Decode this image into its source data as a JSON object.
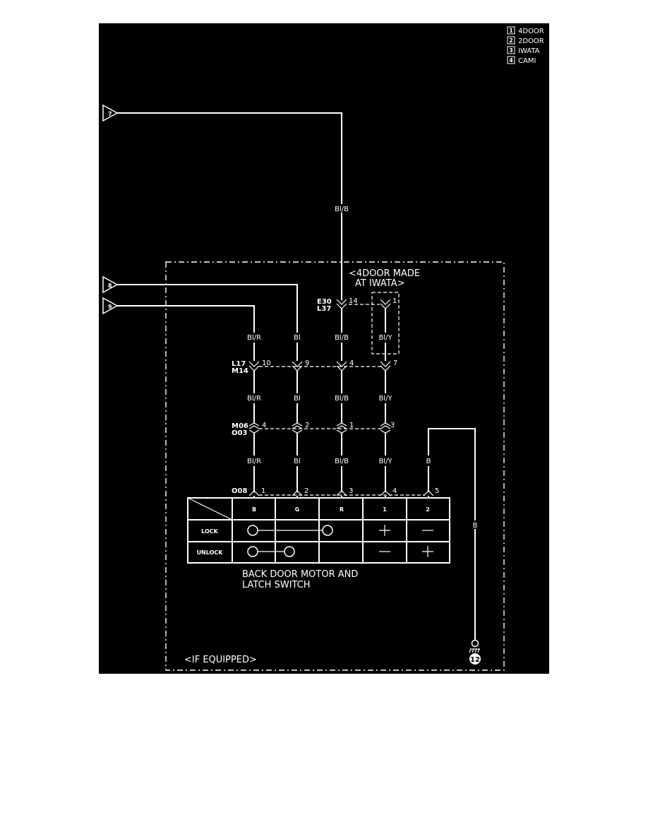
{
  "legend": [
    {
      "num": "1",
      "label": "4DOOR"
    },
    {
      "num": "2",
      "label": "2DOOR"
    },
    {
      "num": "3",
      "label": "IWATA"
    },
    {
      "num": "4",
      "label": "CAMI"
    }
  ],
  "flags": {
    "top": "7",
    "mid": "8",
    "low": "9"
  },
  "annot": {
    "made_line1": "<4DOOR MADE",
    "made_line2": "AT IWATA>",
    "if_equipped": "<IF EQUIPPED>"
  },
  "connectors": {
    "e30": "E30",
    "l37": "L37",
    "l17": "L17",
    "m14": "M14",
    "m06": "M06",
    "o03": "O03",
    "o08": "O08"
  },
  "wires": {
    "top_feed": "Bl/B",
    "row1": [
      "Bl/R",
      "Bl",
      "Bl/B",
      "Bl/Y"
    ],
    "row2": [
      "Bl/R",
      "Bl",
      "Bl/B",
      "Bl/Y"
    ],
    "row3": [
      "Bl/R",
      "Bl",
      "Bl/B",
      "Bl/Y",
      "B"
    ],
    "ground_wire": "B"
  },
  "pins": {
    "e30_l37": [
      "14",
      "1"
    ],
    "l17_m14": [
      "10",
      "9",
      "4",
      "7"
    ],
    "m06_o03": [
      "4",
      "2",
      "1",
      "3"
    ],
    "o08": [
      "1",
      "2",
      "3",
      "4",
      "5"
    ]
  },
  "table": {
    "headers": [
      "B",
      "G",
      "R",
      "1",
      "2"
    ],
    "rows": [
      "LOCK",
      "UNLOCK"
    ]
  },
  "component": {
    "line1": "BACK DOOR MOTOR AND",
    "line2": "LATCH SWITCH"
  },
  "ground": {
    "num": "12"
  }
}
